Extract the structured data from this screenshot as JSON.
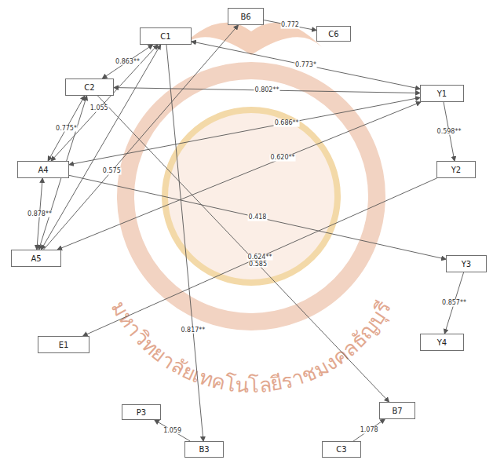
{
  "diagram": {
    "nodes": [
      {
        "text": [
          "B6"
        ]
      },
      {
        "text": [
          "C6"
        ]
      },
      {
        "text": [
          "C1"
        ]
      },
      {
        "text": [
          "C2"
        ]
      },
      {
        "text": [
          "Y1"
        ]
      },
      {
        "text": [
          "A4"
        ]
      },
      {
        "text": [
          "Y2"
        ]
      },
      {
        "text": [
          "A5"
        ]
      },
      {
        "text": [
          "Y3"
        ]
      },
      {
        "text": [
          "E1"
        ]
      },
      {
        "text": [
          "Y4"
        ]
      },
      {
        "text": [
          "P3"
        ]
      },
      {
        "text": [
          "B3"
        ]
      },
      {
        "text": [
          "B7"
        ]
      },
      {
        "text": [
          "C3"
        ]
      }
    ],
    "edges": [
      {
        "from": 0,
        "to": 1,
        "arrow": "to",
        "label": "0.772"
      },
      {
        "from": 2,
        "to": 4,
        "arrow": "both",
        "label": "0.773*"
      },
      {
        "from": 3,
        "to": 4,
        "arrow": "both",
        "label": "0.802**"
      },
      {
        "from": 5,
        "to": 4,
        "arrow": "both",
        "label": "0.686**"
      },
      {
        "from": 7,
        "to": 4,
        "arrow": "both",
        "label": "0.620**"
      },
      {
        "from": 2,
        "to": 3,
        "arrow": "both",
        "label": "0.863**"
      },
      {
        "from": 3,
        "to": 5,
        "arrow": "both",
        "label": "0.775*"
      },
      {
        "from": 5,
        "to": 2,
        "arrow": "both",
        "label": "1.055"
      },
      {
        "from": 7,
        "to": 5,
        "arrow": "both",
        "label": "0.878**"
      },
      {
        "from": 7,
        "to": 2,
        "arrow": "both"
      },
      {
        "from": 7,
        "to": 3,
        "arrow": "both"
      },
      {
        "from": 7,
        "to": 0,
        "arrow": "to",
        "label": "0.575"
      },
      {
        "from": 2,
        "to": 12,
        "arrow": "to",
        "label": "0.817**"
      },
      {
        "from": 3,
        "to": 13,
        "arrow": "to",
        "label": "0.585"
      },
      {
        "from": 5,
        "to": 8,
        "arrow": "to",
        "label": "0.418"
      },
      {
        "from": 4,
        "to": 6,
        "arrow": "to",
        "label": "0.598**"
      },
      {
        "from": 6,
        "to": 9,
        "arrow": "to",
        "label": "0.624**"
      },
      {
        "from": 8,
        "to": 10,
        "arrow": "to",
        "label": "0.857**"
      },
      {
        "from": 12,
        "to": 11,
        "arrow": "to",
        "label": "1.059"
      },
      {
        "from": 14,
        "to": 13,
        "arrow": "to",
        "label": "1.078"
      }
    ],
    "labels": [
      "มหาวิทยาลัยเทคโนโลยีราชมงคลธัญบุรี"
    ]
  }
}
